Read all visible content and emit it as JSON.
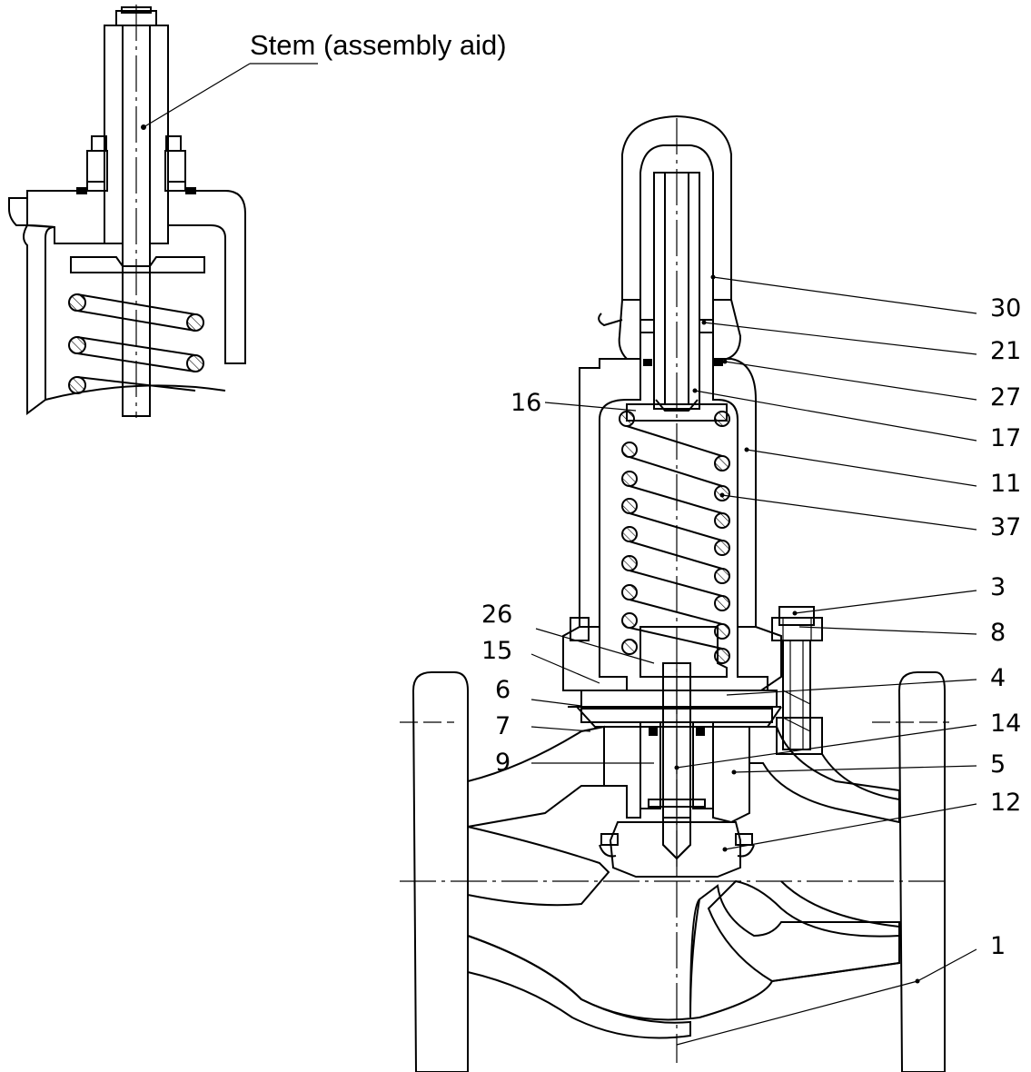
{
  "title_callout": "Stem (assembly aid)",
  "labels_right": [
    "30",
    "21",
    "27",
    "17",
    "11",
    "37",
    "3",
    "8",
    "4",
    "14",
    "5",
    "12",
    "1"
  ],
  "labels_left": [
    "16",
    "26",
    "15",
    "6",
    "7",
    "9"
  ],
  "colors": {
    "line": "#000000",
    "background": "#ffffff"
  }
}
